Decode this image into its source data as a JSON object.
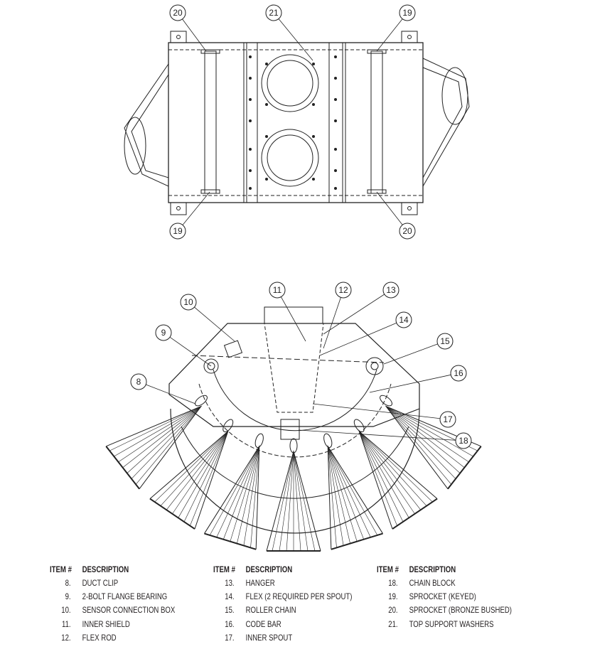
{
  "callouts_top": [
    {
      "label": "20"
    },
    {
      "label": "21"
    },
    {
      "label": "19"
    },
    {
      "label": "19"
    },
    {
      "label": "20"
    }
  ],
  "callouts_bottom": [
    {
      "label": "10"
    },
    {
      "label": "11"
    },
    {
      "label": "12"
    },
    {
      "label": "13"
    },
    {
      "label": "14"
    },
    {
      "label": "9"
    },
    {
      "label": "15"
    },
    {
      "label": "16"
    },
    {
      "label": "8"
    },
    {
      "label": "17"
    },
    {
      "label": "18"
    }
  ],
  "legend": {
    "header_item": "ITEM #",
    "header_desc": "DESCRIPTION",
    "columns": [
      [
        {
          "num": "8.",
          "desc": "DUCT CLIP"
        },
        {
          "num": "9.",
          "desc": "2-BOLT FLANGE BEARING"
        },
        {
          "num": "10.",
          "desc": "SENSOR CONNECTION BOX"
        },
        {
          "num": "11.",
          "desc": "INNER SHIELD"
        },
        {
          "num": "12.",
          "desc": "FLEX ROD"
        }
      ],
      [
        {
          "num": "13.",
          "desc": "HANGER"
        },
        {
          "num": "14.",
          "desc": "FLEX (2 REQUIRED PER SPOUT)"
        },
        {
          "num": "15.",
          "desc": "ROLLER CHAIN"
        },
        {
          "num": "16.",
          "desc": "CODE BAR"
        },
        {
          "num": "17.",
          "desc": "INNER SPOUT"
        }
      ],
      [
        {
          "num": "18.",
          "desc": "CHAIN BLOCK"
        },
        {
          "num": "19.",
          "desc": "SPROCKET (KEYED)"
        },
        {
          "num": "20.",
          "desc": "SPROCKET (BRONZE BUSHED)"
        },
        {
          "num": "21.",
          "desc": "TOP SUPPORT WASHERS"
        }
      ]
    ]
  }
}
